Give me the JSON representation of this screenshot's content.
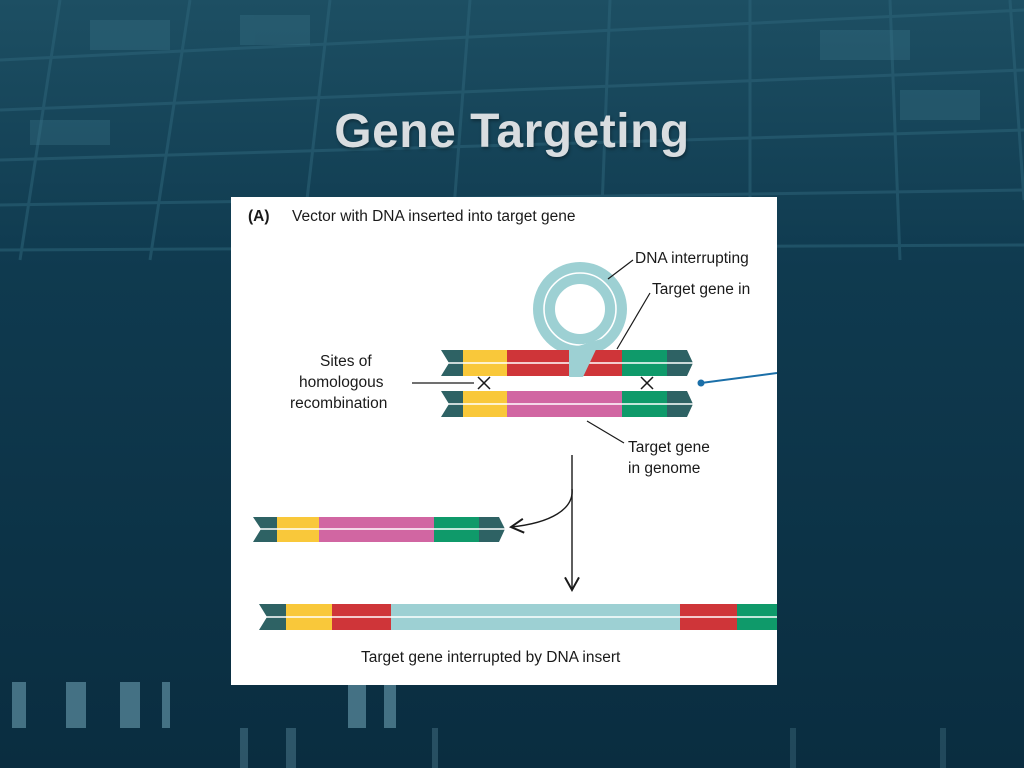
{
  "slide": {
    "title": "Gene Targeting"
  },
  "figure": {
    "panel_letter": "(A)",
    "heading": "Vector with DNA inserted into target gene",
    "labels": {
      "dna_interrupting": "DNA interrupting",
      "target_gene_in": "Target gene in",
      "sites_of": "Sites of",
      "homologous": "homologous",
      "recombination": "recombination",
      "target_gene": "Target gene",
      "in_genome": "in genome",
      "caption": "Target gene interrupted by DNA insert"
    },
    "colors": {
      "end_cap": "#2e6264",
      "yellow_segment": "#f9c83a",
      "red_segment": "#cf3539",
      "green_segment": "#0f9a6a",
      "pink_segment": "#d166a2",
      "insert_cyan": "#9dd0d3",
      "pointer_blue": "#1b6fa8",
      "background_navy": "#0d3448"
    }
  }
}
